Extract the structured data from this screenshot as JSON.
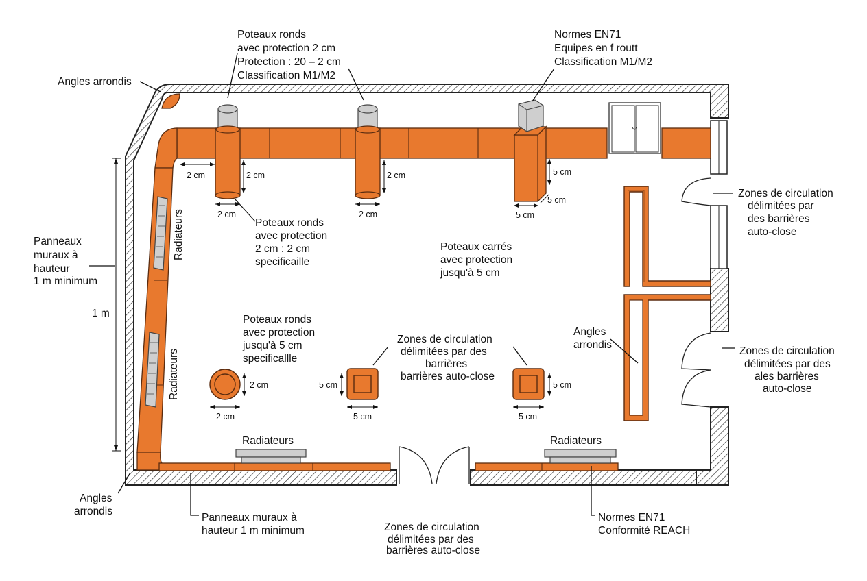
{
  "labels": {
    "angles_top": "Angles arrondis",
    "poteaux_top": [
      "Poteaux ronds",
      "avec protection 2 cm",
      "Protection : 20 – 2 cm",
      "Classification M1/M2"
    ],
    "normes_top": [
      "Normes EN71",
      "Equipes en f routt",
      "Classification M1/M2"
    ],
    "panneaux_left": [
      "Panneaux",
      "muraux à",
      "hauteur",
      "1 m minimum"
    ],
    "one_m": "1 m",
    "radiateurs_left_top": "Radiateurs",
    "radiateurs_left_bottom": "Radiateurs",
    "poteaux_ronds_2": [
      "Poteaux ronds",
      "avec protection",
      "2 cm : 2 cm",
      "specificaille"
    ],
    "poteaux_carres": [
      "Poteaux carrés",
      "avec protection",
      "jusqu'à 5 cm"
    ],
    "zones_right_top": [
      "Zones de circulation",
      "délimitées par",
      "des barrières",
      "auto-close"
    ],
    "zones_right_bottom": [
      "Zones de circulation",
      "délimitées par des",
      "ales barrières",
      "auto-close"
    ],
    "poteaux_ronds_5": [
      "Poteaux ronds",
      "avec protection",
      "jusqu'à 5 cm",
      "specificallle"
    ],
    "zones_center": [
      "Zones de circulation",
      "délimitées par des",
      "barrières",
      "barrières auto-close"
    ],
    "angles_center": [
      "Angles",
      "arrondis"
    ],
    "radiateurs_bottom_left": "Radiateurs",
    "radiateurs_bottom_right": "Radiateurs",
    "angles_bottom": [
      "Angles",
      "arrondis"
    ],
    "panneaux_bottom": [
      "Panneaux muraux à",
      "hauteur 1 m minimum"
    ],
    "zones_bottom": [
      "Zones de circulation",
      "délimitées par des",
      "barrières auto-close"
    ],
    "normes_bottom": [
      "Normes EN71",
      "Conformité REACH"
    ]
  },
  "dims": {
    "d2cm": "2 cm",
    "d5cm": "5 cm"
  },
  "colors": {
    "padding": "#e8792e",
    "outline": "#5a2c10",
    "grey_element": "#cfcfcf"
  }
}
